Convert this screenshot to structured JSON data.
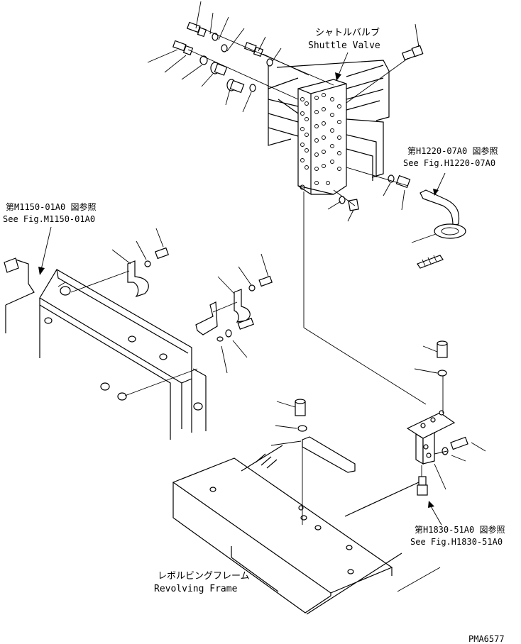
{
  "labels": {
    "shuttle_jp": "シャトルバルブ",
    "shuttle_en": "Shuttle Valve",
    "h1220_jp": "第H1220-07A0 図参照",
    "h1220_en": "See Fig.H1220-07A0",
    "m1150_jp": "第M1150-01A0 図参照",
    "m1150_en": "See Fig.M1150-01A0",
    "h1830_jp": "第H1830-51A0 図参照",
    "h1830_en": "See Fig.H1830-51A0",
    "frame_jp": "レボルビングフレーム",
    "frame_en": "Revolving Frame",
    "drawing_code": "PMA6577"
  }
}
